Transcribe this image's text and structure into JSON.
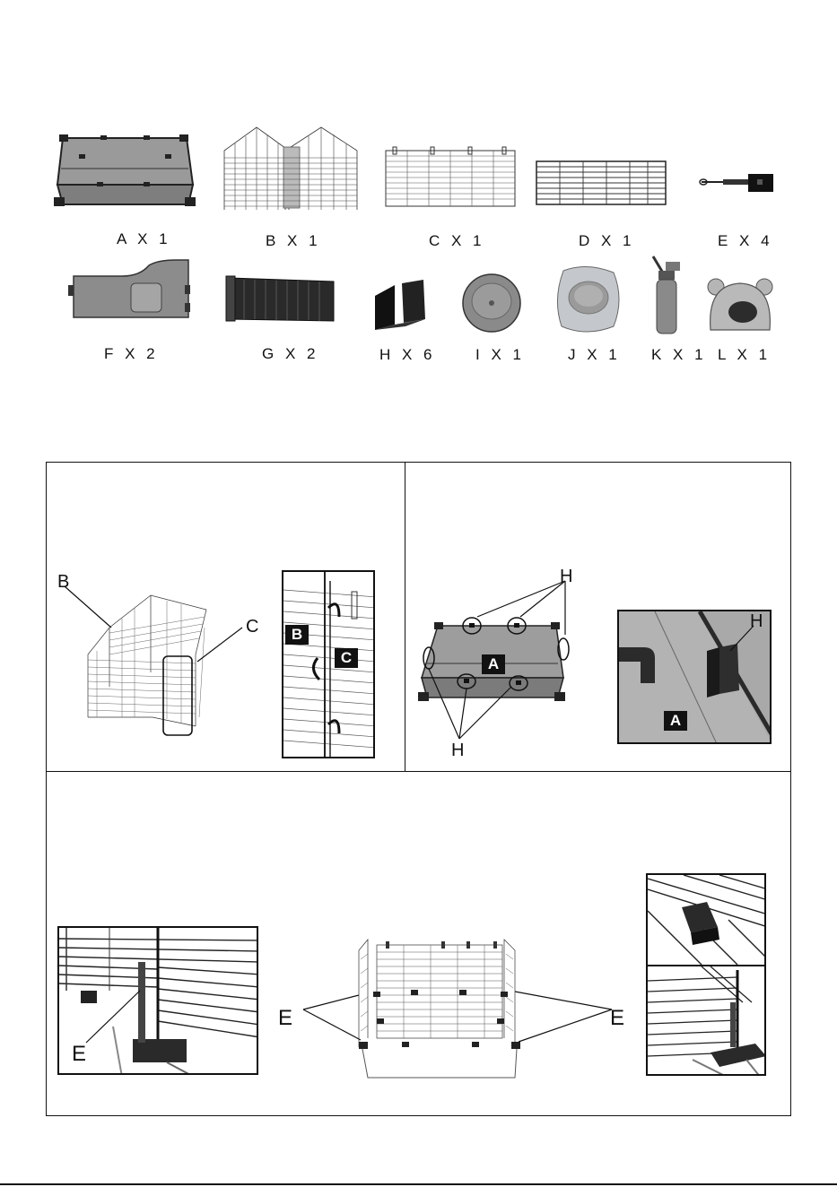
{
  "parts": [
    {
      "id": "A",
      "label": "A X 1"
    },
    {
      "id": "B",
      "label": "B X 1"
    },
    {
      "id": "C",
      "label": "C X 1"
    },
    {
      "id": "D",
      "label": "D X 1"
    },
    {
      "id": "E",
      "label": "E X 4"
    },
    {
      "id": "F",
      "label": "F X 2"
    },
    {
      "id": "G",
      "label": "G X 2"
    },
    {
      "id": "H",
      "label": "H X 6"
    },
    {
      "id": "I",
      "label": "I X 1"
    },
    {
      "id": "J",
      "label": "J X 1"
    },
    {
      "id": "K",
      "label": "K X 1"
    },
    {
      "id": "L",
      "label": "L X 1"
    }
  ],
  "step1": {
    "callout_b": "B",
    "callout_c": "C",
    "tag_b": "B",
    "tag_c": "C"
  },
  "step2": {
    "callout_h_top": "H",
    "callout_h_bottom": "H",
    "tag_a": "A",
    "inset_h": "H",
    "inset_a": "A"
  },
  "step3": {
    "callout_e_inset": "E",
    "callout_e_left": "E",
    "callout_e_right": "E"
  }
}
